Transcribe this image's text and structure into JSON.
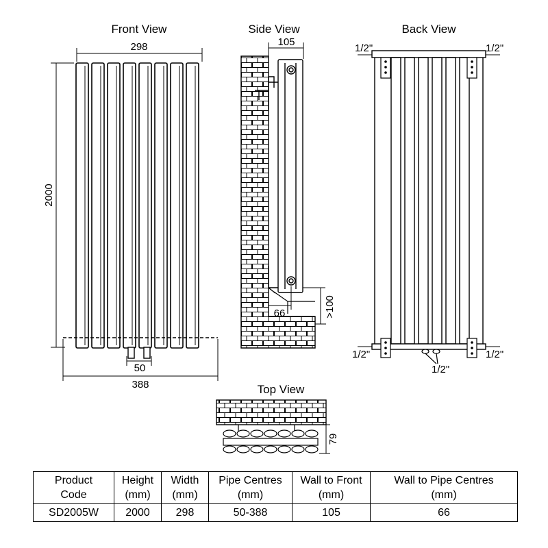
{
  "views": {
    "front": {
      "title": "Front View",
      "width_label": "298",
      "height_label": "2000",
      "pipe_centres_label": "50",
      "overall_width_label": "388"
    },
    "side": {
      "title": "Side View",
      "depth_label": "105",
      "wall_to_pipe_label": "66",
      "floor_clearance_label": ">100"
    },
    "back": {
      "title": "Back View",
      "top_left_conn": "1/2\"",
      "top_right_conn": "1/2\"",
      "bottom_left_conn": "1/2\"",
      "bottom_right_conn": "1/2\"",
      "valve_conn": "1/2\""
    },
    "top": {
      "title": "Top View",
      "depth_label": "79"
    }
  },
  "table": {
    "headers": [
      [
        "Product",
        "Code"
      ],
      [
        "Height",
        "(mm)"
      ],
      [
        "Width",
        "(mm)"
      ],
      [
        "Pipe Centres",
        "(mm)"
      ],
      [
        "Wall to Front",
        "(mm)"
      ],
      [
        "Wall to Pipe Centres",
        "(mm)"
      ]
    ],
    "row": [
      "SD2005W",
      "2000",
      "298",
      "50-388",
      "105",
      "66"
    ]
  },
  "colors": {
    "line": "#000000",
    "brick_fill": "#ffffff",
    "background": "#ffffff"
  }
}
